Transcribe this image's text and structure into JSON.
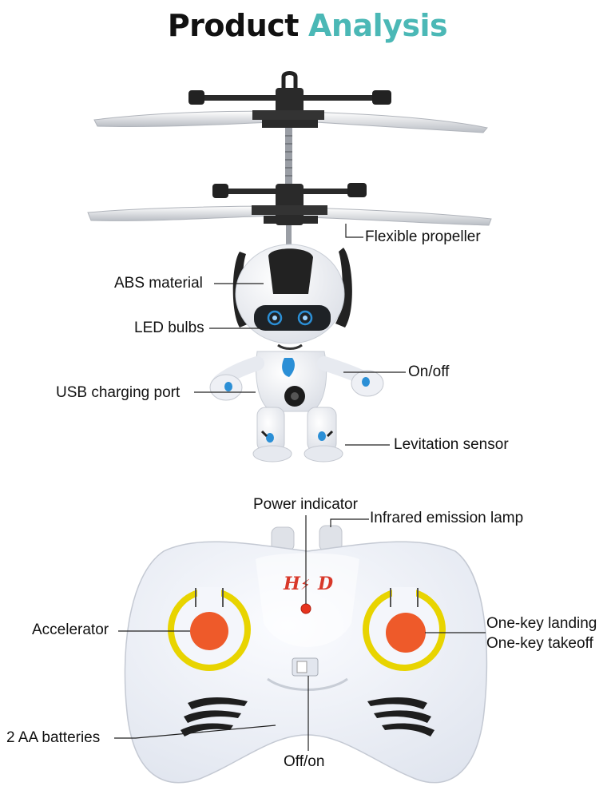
{
  "title": {
    "word1": "Product",
    "word2": "Analysis",
    "word1_color": "#111111",
    "word2_color": "#4bb8b6"
  },
  "robot_labels": {
    "flexible_propeller": "Flexible propeller",
    "abs_material": "ABS material",
    "led_bulbs": "LED bulbs",
    "on_off": "On/off",
    "usb_charging_port": "USB charging port",
    "levitation_sensor": "Levitation sensor"
  },
  "controller_labels": {
    "power_indicator": "Power indicator",
    "infrared_emission_lamp": "Infrared emission lamp",
    "accelerator": "Accelerator",
    "one_key_landing": "One-key landing",
    "one_key_takeoff": "One-key takeoff",
    "two_aa_batteries": "2 AA batteries",
    "off_on": "Off/on"
  },
  "controller_logo": "H⚡D",
  "colors": {
    "body_white": "#f4f6fb",
    "black_parts": "#222222",
    "blue_accent": "#2b8fd6",
    "stick_orange": "#ee5a2a",
    "ring_yellow": "#e8d400"
  }
}
